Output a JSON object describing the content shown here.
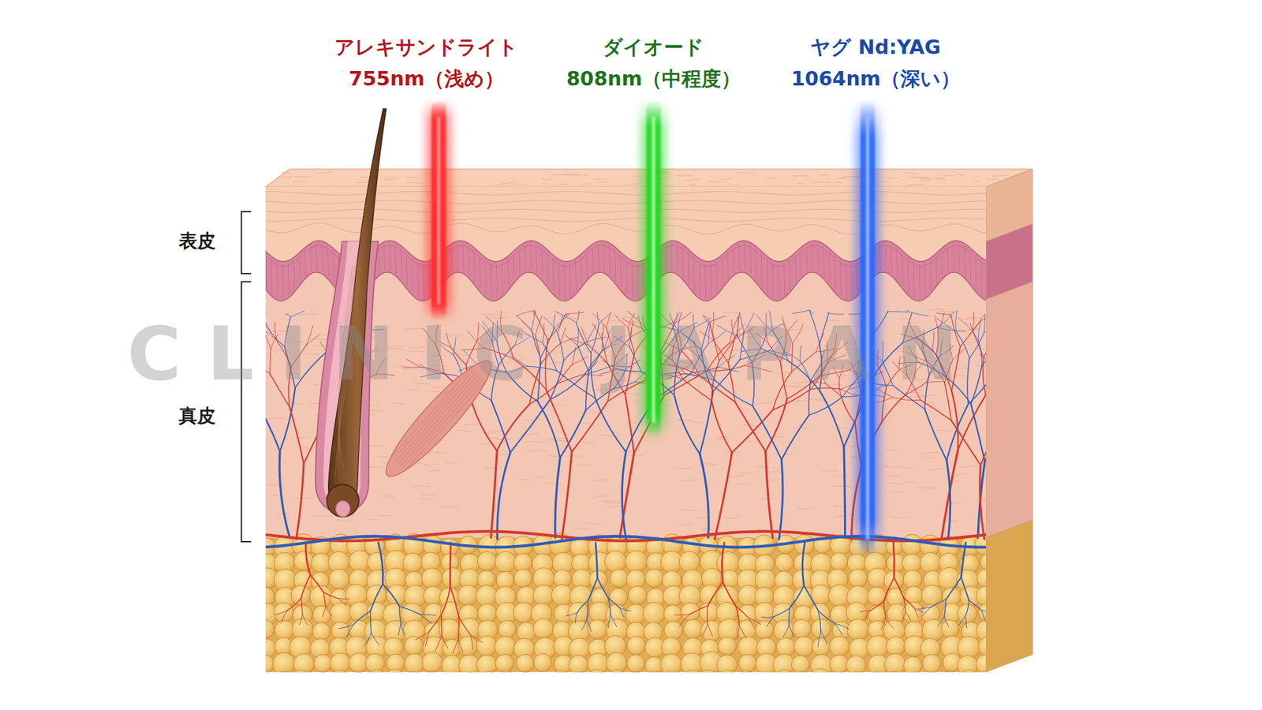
{
  "diagram": {
    "labels": [
      "アレキサンドライト",
      "755nm（浅め）",
      "ダイオード",
      "808nm（中程度）",
      "ヤグ Nd:YAG",
      "1064nm（深い）",
      "表皮",
      "真皮",
      "CLINIC JAPAN"
    ]
  }
}
